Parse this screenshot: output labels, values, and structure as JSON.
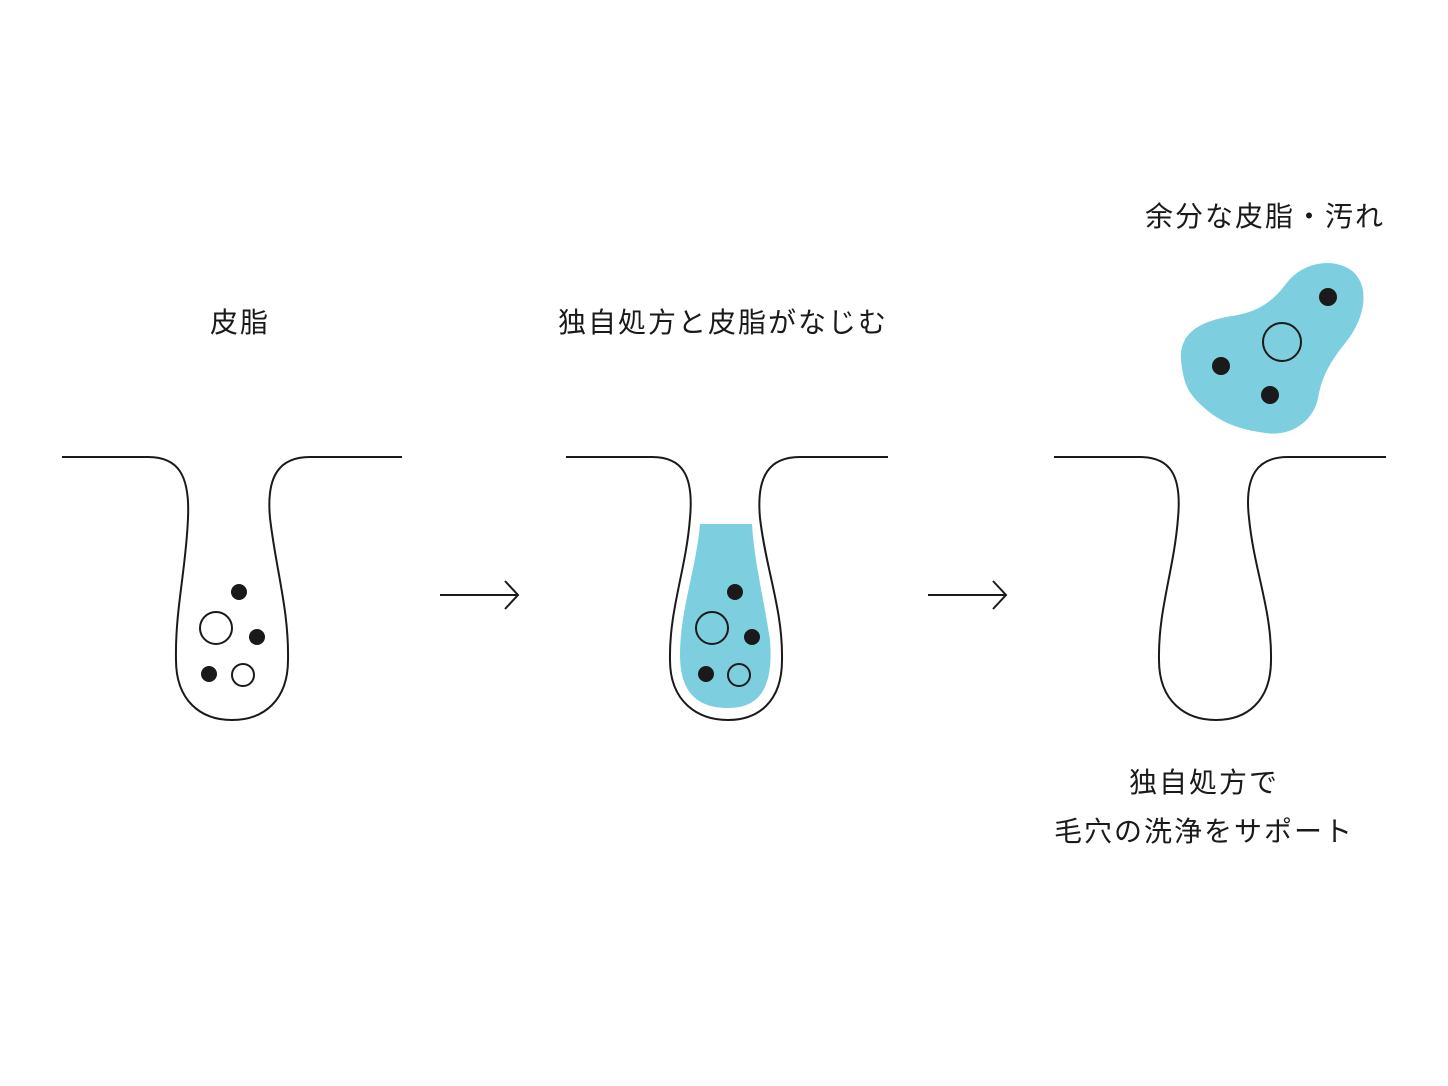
{
  "colors": {
    "background": "#ffffff",
    "line": "#1a1a1a",
    "formula_blue": "#7dcfe0",
    "particle_dark": "#1a1a1a"
  },
  "labels": {
    "sebum": "皮脂",
    "blend": "独自処方と皮脂がなじむ",
    "excess": "余分な皮脂・汚れ",
    "support_line1": "独自処方で",
    "support_line2": "毛穴の洗浄をサポート"
  },
  "icons": {
    "arrow1": "right-arrow-icon",
    "arrow2": "right-arrow-icon"
  }
}
